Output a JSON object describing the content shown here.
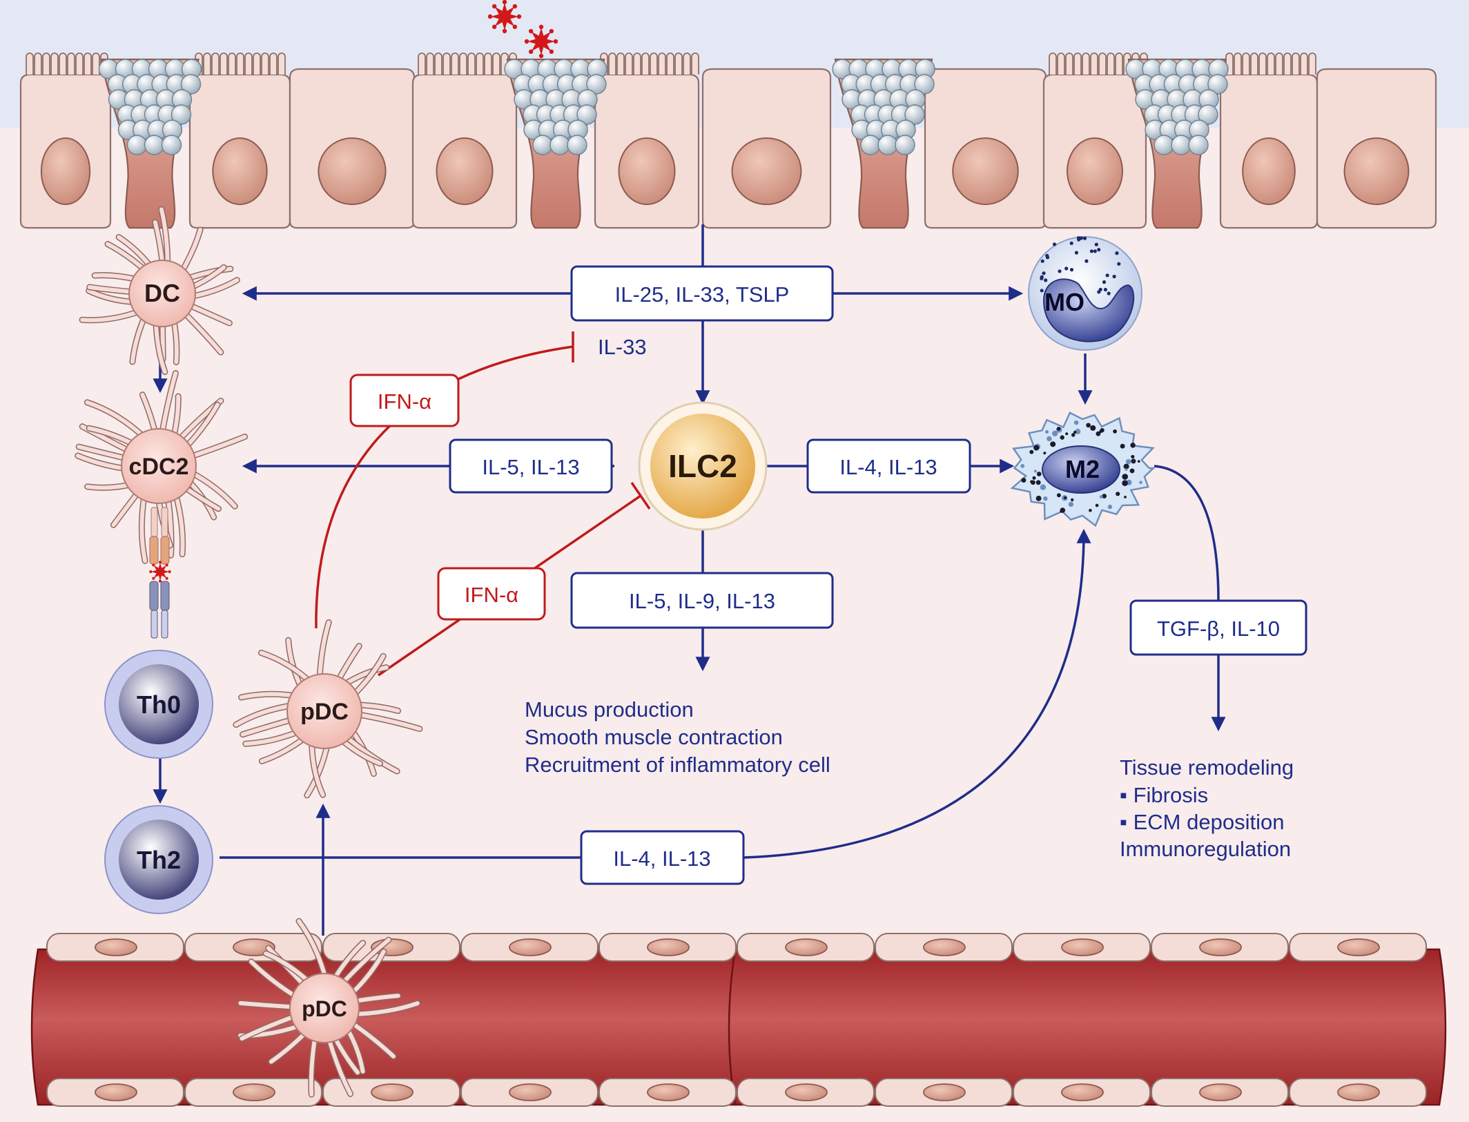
{
  "colors": {
    "arrow": "#1f2d8a",
    "inhibit": "#c01a1a",
    "text_blue": "#1f2d8a",
    "text_red": "#c01a1a",
    "background": "#f8ecec",
    "airway_lumen": "#e3e8f4"
  },
  "cells": {
    "dc": "DC",
    "cdc2": "cDC2",
    "th0": "Th0",
    "th2": "Th2",
    "pdc_tissue": "pDC",
    "pdc_vessel": "pDC",
    "ilc2": "ILC2",
    "mo": "MO",
    "m2": "M2"
  },
  "signals": {
    "epithelial": "IL-25, IL-33, TSLP",
    "il33": "IL-33",
    "ifn_a_upper": "IFN-α",
    "ifn_a_lower": "IFN-α",
    "ilc2_to_cdc2": "IL-5, IL-13",
    "ilc2_to_m2": "IL-4, IL-13",
    "ilc2_down": "IL-5, IL-9, IL-13",
    "th2_to_m2": "IL-4, IL-13",
    "m2_out": "TGF-β, IL-10"
  },
  "outcomes": {
    "ilc2_effects": [
      "Mucus production",
      "Smooth muscle contraction",
      "Recruitment of inflammatory cell"
    ],
    "m2_effects": [
      "Tissue remodeling",
      "▪ Fibrosis",
      "▪ ECM deposition",
      "Immunoregulation"
    ]
  },
  "icons": {
    "allergen": "red-star-particle-icon"
  }
}
